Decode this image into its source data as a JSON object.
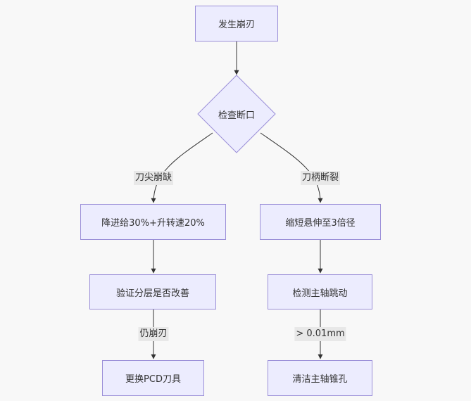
{
  "nodes": {
    "start": "发生崩刃",
    "decision": "检查断口",
    "left1": "降进给30%+升转速20%",
    "left2": "验证分层是否改善",
    "left3": "更换PCD刀具",
    "right1": "缩短悬伸至3倍径",
    "right2": "检测主轴跳动",
    "right3": "清洁主轴锥孔"
  },
  "edge_labels": {
    "left_branch": "刀尖崩缺",
    "right_branch": "刀柄断裂",
    "left_bottom": "仍崩刃",
    "right_bottom": "> 0.01mm"
  },
  "colors": {
    "node_fill": "#ececfe",
    "node_border": "#9b8fd8",
    "edge": "#333333",
    "label_bg": "#e8e8e8"
  }
}
